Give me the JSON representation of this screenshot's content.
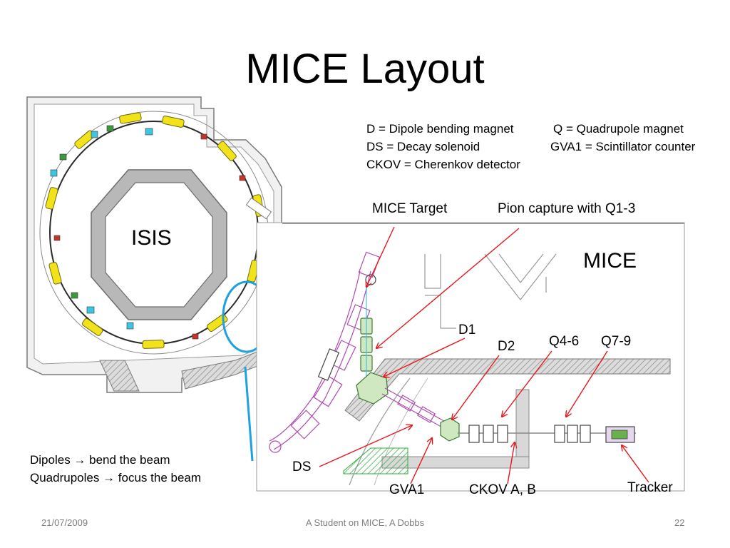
{
  "slide": {
    "title": "MICE Layout",
    "legend": {
      "line1_left": "D = Dipole bending magnet",
      "line1_right": "Q = Quadrupole magnet",
      "line2_left": "DS = Decay solenoid",
      "line2_right": "GVA1 = Scintillator counter",
      "line3": "CKOV = Cherenkov detector"
    },
    "diagram_labels": {
      "isis": "ISIS",
      "mice": "MICE",
      "mice_target": "MICE Target",
      "pion_capture": "Pion capture with Q1-3",
      "d1": "D1",
      "d2": "D2",
      "q4_6": "Q4-6",
      "q7_9": "Q7-9",
      "ds": "DS",
      "gva1": "GVA1",
      "ckov": "CKOV A, B",
      "tracker": "Tracker"
    },
    "notes": {
      "dipoles": "Dipoles → bend the beam",
      "quadrupoles": "Quadrupoles → focus the beam"
    },
    "footer": {
      "date": "21/07/2009",
      "center": "A Student on MICE, A Dobbs",
      "page": "22"
    },
    "colors": {
      "arrow": "#e8171d",
      "link": "#1ea1e0",
      "magnet": "#f2e21a",
      "cyan_element": "#3ec6e0",
      "wall": "#b4b4b4",
      "beamline": "#b04ab0",
      "mice_magnet": "#6ab04c"
    }
  }
}
